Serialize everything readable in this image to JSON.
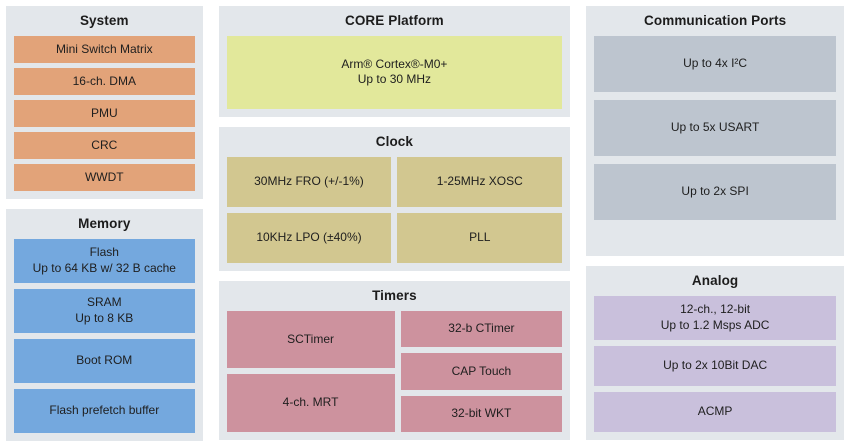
{
  "panels": {
    "system": {
      "title": "System",
      "blocks": [
        "Mini Switch Matrix",
        "16-ch. DMA",
        "PMU",
        "CRC",
        "WWDT"
      ]
    },
    "memory": {
      "title": "Memory",
      "blocks": [
        "Flash\nUp to 64 KB w/ 32 B cache",
        "SRAM\nUp to 8 KB",
        "Boot ROM",
        "Flash prefetch buffer"
      ]
    },
    "core": {
      "title": "CORE Platform",
      "blocks": [
        "Arm® Cortex®-M0+\nUp to 30 MHz"
      ]
    },
    "clock": {
      "title": "Clock",
      "blocks": [
        "30MHz FRO (+/-1%)",
        "1-25MHz XOSC",
        "10KHz LPO (±40%)",
        "PLL"
      ]
    },
    "timers": {
      "title": "Timers",
      "left_blocks": [
        "SCTimer",
        "4-ch. MRT"
      ],
      "right_blocks": [
        "32-b CTimer",
        "CAP Touch",
        "32-bit WKT"
      ]
    },
    "communication_ports": {
      "title": "Communication Ports",
      "blocks": [
        "Up to 4x I²C",
        "Up to 5x USART",
        "Up to 2x SPI"
      ]
    },
    "analog": {
      "title": "Analog",
      "blocks": [
        "12-ch., 12-bit\nUp to 1.2 Msps ADC",
        "Up to 2x 10Bit DAC",
        "ACMP"
      ]
    }
  },
  "colors": {
    "page_background": "#ffffff",
    "panel_background": "#e3e7eb",
    "system": "#e2a379",
    "memory": "#74a8de",
    "core": "#e2e89b",
    "clock": "#d2c790",
    "timers": "#cd929e",
    "communication_ports": "#bdc5cf",
    "analog": "#c9c0dc",
    "text": "#1e1e1e"
  }
}
